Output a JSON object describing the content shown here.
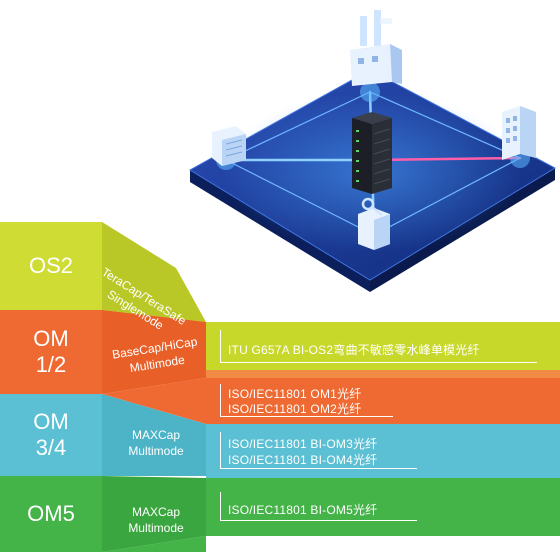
{
  "colors": {
    "os2": "#c8d82a",
    "om12": "#ef6a32",
    "om34": "#5bc0d3",
    "om5": "#44b348",
    "platform": "#1a3a8f",
    "glow": "#2f8cff"
  },
  "icons": [
    "factory-icon",
    "office-building-icon",
    "warehouse-icon",
    "tool-building-icon",
    "server-rack-icon"
  ],
  "tiers": [
    {
      "id": "os2",
      "level": "OS2",
      "product": "TeraCap/TeraSafe\nSinglemode",
      "specs": [
        "ITU G657A BI-OS2弯曲不敏感零水峰单模光纤"
      ]
    },
    {
      "id": "om12",
      "level": "OM\n1/2",
      "product": "BaseCap/HiCap\nMultimode",
      "specs": [
        "ISO/IEC11801 OM1光纤",
        "ISO/IEC11801 OM2光纤"
      ]
    },
    {
      "id": "om34",
      "level": "OM\n3/4",
      "product": "MAXCap\nMultimode",
      "specs": [
        "ISO/IEC11801 BI-OM3光纤",
        "ISO/IEC11801 BI-OM4光纤"
      ]
    },
    {
      "id": "om5",
      "level": "OM5",
      "product": "MAXCap\nMultimode",
      "specs": [
        "ISO/IEC11801 BI-OM5光纤"
      ]
    }
  ]
}
